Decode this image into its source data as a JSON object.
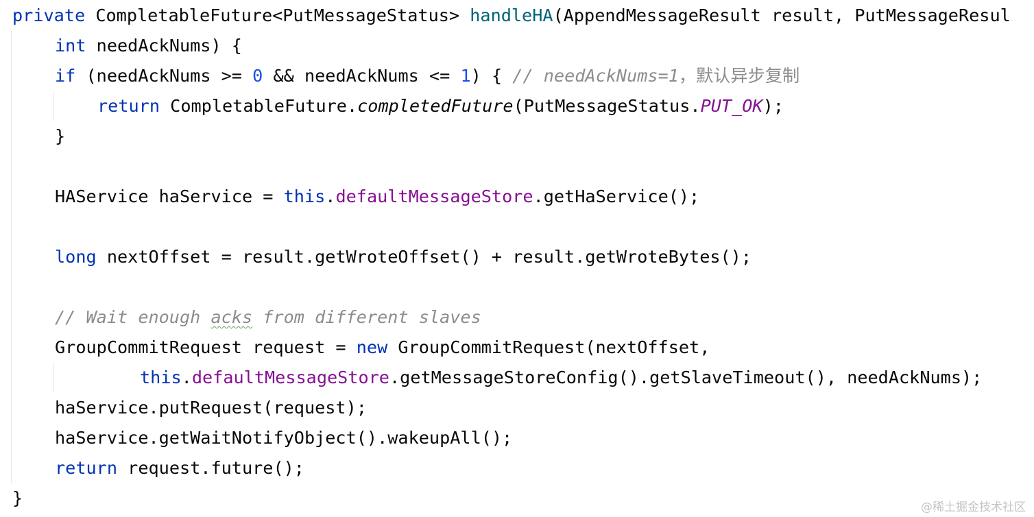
{
  "editor": {
    "language": "java",
    "colors": {
      "background": "#ffffff",
      "plain": "#080808",
      "keyword": "#0033b3",
      "method_declaration": "#00627a",
      "number": "#1750eb",
      "field": "#871094",
      "constant": "#871094",
      "comment": "#8c8c8c",
      "indent_guide": "#e6e6e6"
    },
    "lines": [
      {
        "indent": 0,
        "tokens": [
          {
            "text": "private",
            "type": "keyword"
          },
          {
            "text": " CompletableFuture<PutMessageStatus> ",
            "type": "plain"
          },
          {
            "text": "handleHA",
            "type": "method-decl"
          },
          {
            "text": "(AppendMessageResult result, PutMessageResul",
            "type": "plain"
          }
        ]
      },
      {
        "indent": 1,
        "tokens": [
          {
            "text": "int",
            "type": "keyword"
          },
          {
            "text": " needAckNums) {",
            "type": "plain"
          }
        ]
      },
      {
        "indent": 1,
        "tokens": [
          {
            "text": "if",
            "type": "keyword"
          },
          {
            "text": " (needAckNums >= ",
            "type": "plain"
          },
          {
            "text": "0",
            "type": "number"
          },
          {
            "text": " && needAckNums <= ",
            "type": "plain"
          },
          {
            "text": "1",
            "type": "number"
          },
          {
            "text": ") { ",
            "type": "plain"
          },
          {
            "text": "// needAckNums=1",
            "type": "comment"
          },
          {
            "text": "，默认异步复制",
            "type": "comment-cjk"
          }
        ]
      },
      {
        "indent": 2,
        "tokens": [
          {
            "text": "return",
            "type": "keyword"
          },
          {
            "text": " CompletableFuture.",
            "type": "plain"
          },
          {
            "text": "completedFuture",
            "type": "static-call"
          },
          {
            "text": "(PutMessageStatus.",
            "type": "plain"
          },
          {
            "text": "PUT_OK",
            "type": "constant"
          },
          {
            "text": ");",
            "type": "plain"
          }
        ]
      },
      {
        "indent": 1,
        "tokens": [
          {
            "text": "}",
            "type": "plain"
          }
        ]
      },
      {
        "indent": 0,
        "tokens": []
      },
      {
        "indent": 1,
        "tokens": [
          {
            "text": "HAService haService = ",
            "type": "plain"
          },
          {
            "text": "this",
            "type": "keyword"
          },
          {
            "text": ".",
            "type": "plain"
          },
          {
            "text": "defaultMessageStore",
            "type": "field"
          },
          {
            "text": ".getHaService();",
            "type": "plain"
          }
        ]
      },
      {
        "indent": 0,
        "tokens": []
      },
      {
        "indent": 1,
        "tokens": [
          {
            "text": "long",
            "type": "keyword"
          },
          {
            "text": " nextOffset = result.getWroteOffset() + result.getWroteBytes();",
            "type": "plain"
          }
        ]
      },
      {
        "indent": 0,
        "tokens": []
      },
      {
        "indent": 1,
        "tokens": [
          {
            "text": "// Wait enough ",
            "type": "comment"
          },
          {
            "text": "acks",
            "type": "comment-typo"
          },
          {
            "text": " from different slaves",
            "type": "comment"
          }
        ]
      },
      {
        "indent": 1,
        "tokens": [
          {
            "text": "GroupCommitRequest request = ",
            "type": "plain"
          },
          {
            "text": "new",
            "type": "keyword"
          },
          {
            "text": " GroupCommitRequest(nextOffset,",
            "type": "plain"
          }
        ]
      },
      {
        "indent": 3,
        "tokens": [
          {
            "text": "this",
            "type": "keyword"
          },
          {
            "text": ".",
            "type": "plain"
          },
          {
            "text": "defaultMessageStore",
            "type": "field"
          },
          {
            "text": ".getMessageStoreConfig().getSlaveTimeout(), needAckNums);",
            "type": "plain"
          }
        ]
      },
      {
        "indent": 1,
        "tokens": [
          {
            "text": "haService.putRequest(request);",
            "type": "plain"
          }
        ]
      },
      {
        "indent": 1,
        "tokens": [
          {
            "text": "haService.getWaitNotifyObject().wakeupAll();",
            "type": "plain"
          }
        ]
      },
      {
        "indent": 1,
        "tokens": [
          {
            "text": "return",
            "type": "keyword"
          },
          {
            "text": " request.future();",
            "type": "plain"
          }
        ]
      },
      {
        "indent": 0,
        "tokens": [
          {
            "text": "}",
            "type": "plain"
          }
        ]
      }
    ]
  },
  "watermark": {
    "text": "@稀土掘金技术社区"
  }
}
